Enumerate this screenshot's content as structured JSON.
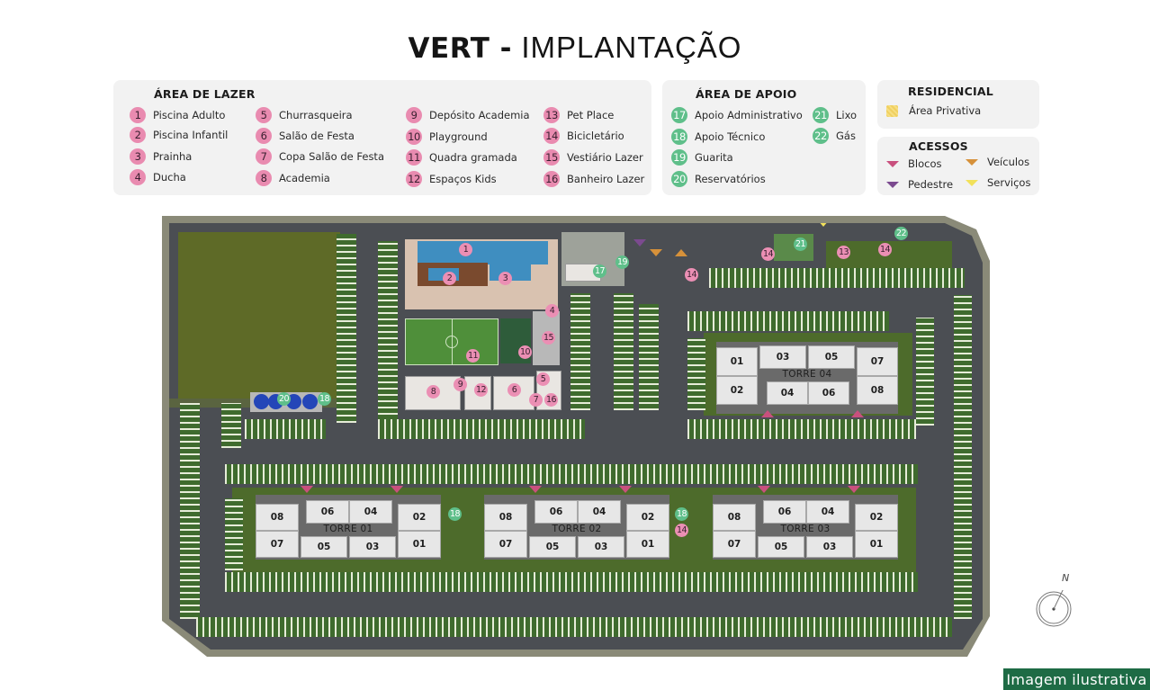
{
  "title": {
    "bold": "VERT -",
    "light": "IMPLANTAÇÃO"
  },
  "legend": {
    "lazer": {
      "heading": "ÁREA DE LAZER",
      "items": [
        {
          "num": "1",
          "label": "Piscina Adulto"
        },
        {
          "num": "2",
          "label": "Piscina Infantil"
        },
        {
          "num": "3",
          "label": "Prainha"
        },
        {
          "num": "4",
          "label": "Ducha"
        },
        {
          "num": "5",
          "label": "Churrasqueira"
        },
        {
          "num": "6",
          "label": "Salão de Festa"
        },
        {
          "num": "7",
          "label": "Copa Salão de Festa"
        },
        {
          "num": "8",
          "label": "Academia"
        },
        {
          "num": "9",
          "label": "Depósito Academia"
        },
        {
          "num": "10",
          "label": "Playground"
        },
        {
          "num": "11",
          "label": "Quadra gramada"
        },
        {
          "num": "12",
          "label": "Espaços Kids"
        },
        {
          "num": "13",
          "label": "Pet Place"
        },
        {
          "num": "14",
          "label": "Bicicletário"
        },
        {
          "num": "15",
          "label": "Vestiário Lazer"
        },
        {
          "num": "16",
          "label": "Banheiro Lazer"
        }
      ]
    },
    "apoio": {
      "heading": "ÁREA DE APOIO",
      "items": [
        {
          "num": "17",
          "label": "Apoio Administrativo"
        },
        {
          "num": "18",
          "label": "Apoio Técnico"
        },
        {
          "num": "19",
          "label": "Guarita"
        },
        {
          "num": "20",
          "label": "Reservatórios"
        },
        {
          "num": "21",
          "label": "Lixo"
        },
        {
          "num": "22",
          "label": "Gás"
        }
      ]
    },
    "residencial": {
      "heading": "RESIDENCIAL",
      "items": [
        {
          "label": "Área Privativa",
          "color": "#f0d060"
        }
      ]
    },
    "acessos": {
      "heading": "ACESSOS",
      "items": [
        {
          "label": "Blocos",
          "color": "#c9507e"
        },
        {
          "label": "Pedestre",
          "color": "#7b4a8f"
        },
        {
          "label": "Veículos",
          "color": "#d6913a"
        },
        {
          "label": "Serviços",
          "color": "#f2e15a"
        }
      ]
    }
  },
  "map": {
    "towers": [
      {
        "name": "TORRE 04",
        "units_top": [
          "01",
          "03",
          "05",
          "07"
        ],
        "units_bottom": [
          "02",
          "04",
          "06",
          "08"
        ]
      },
      {
        "name": "TORRE 01",
        "units_top": [
          "08",
          "06",
          "04",
          "02"
        ],
        "units_bottom": [
          "07",
          "05",
          "03",
          "01"
        ]
      },
      {
        "name": "TORRE 02",
        "units_top": [
          "08",
          "06",
          "04",
          "02"
        ],
        "units_bottom": [
          "07",
          "05",
          "03",
          "01"
        ]
      },
      {
        "name": "TORRE 03",
        "units_top": [
          "08",
          "06",
          "04",
          "02"
        ],
        "units_bottom": [
          "07",
          "05",
          "03",
          "01"
        ]
      }
    ],
    "markers": {
      "m1": "1",
      "m2": "2",
      "m3": "3",
      "m4": "4",
      "m5": "5",
      "m6": "6",
      "m7": "7",
      "m8": "8",
      "m9": "9",
      "m10": "10",
      "m11": "11",
      "m12": "12",
      "m13": "13",
      "m14": "14",
      "m15": "15",
      "m16": "16",
      "m17": "17",
      "m18": "18",
      "m19": "19",
      "m20": "20",
      "m21": "21",
      "m22": "22"
    }
  },
  "compass": {
    "label": "N"
  },
  "footer_badge": "Imagem ilustrativa",
  "colors": {
    "lazer_badge": "#e98bb0",
    "apoio_badge": "#5fbf8a",
    "ilustrativa_bg": "#1e6b45"
  }
}
